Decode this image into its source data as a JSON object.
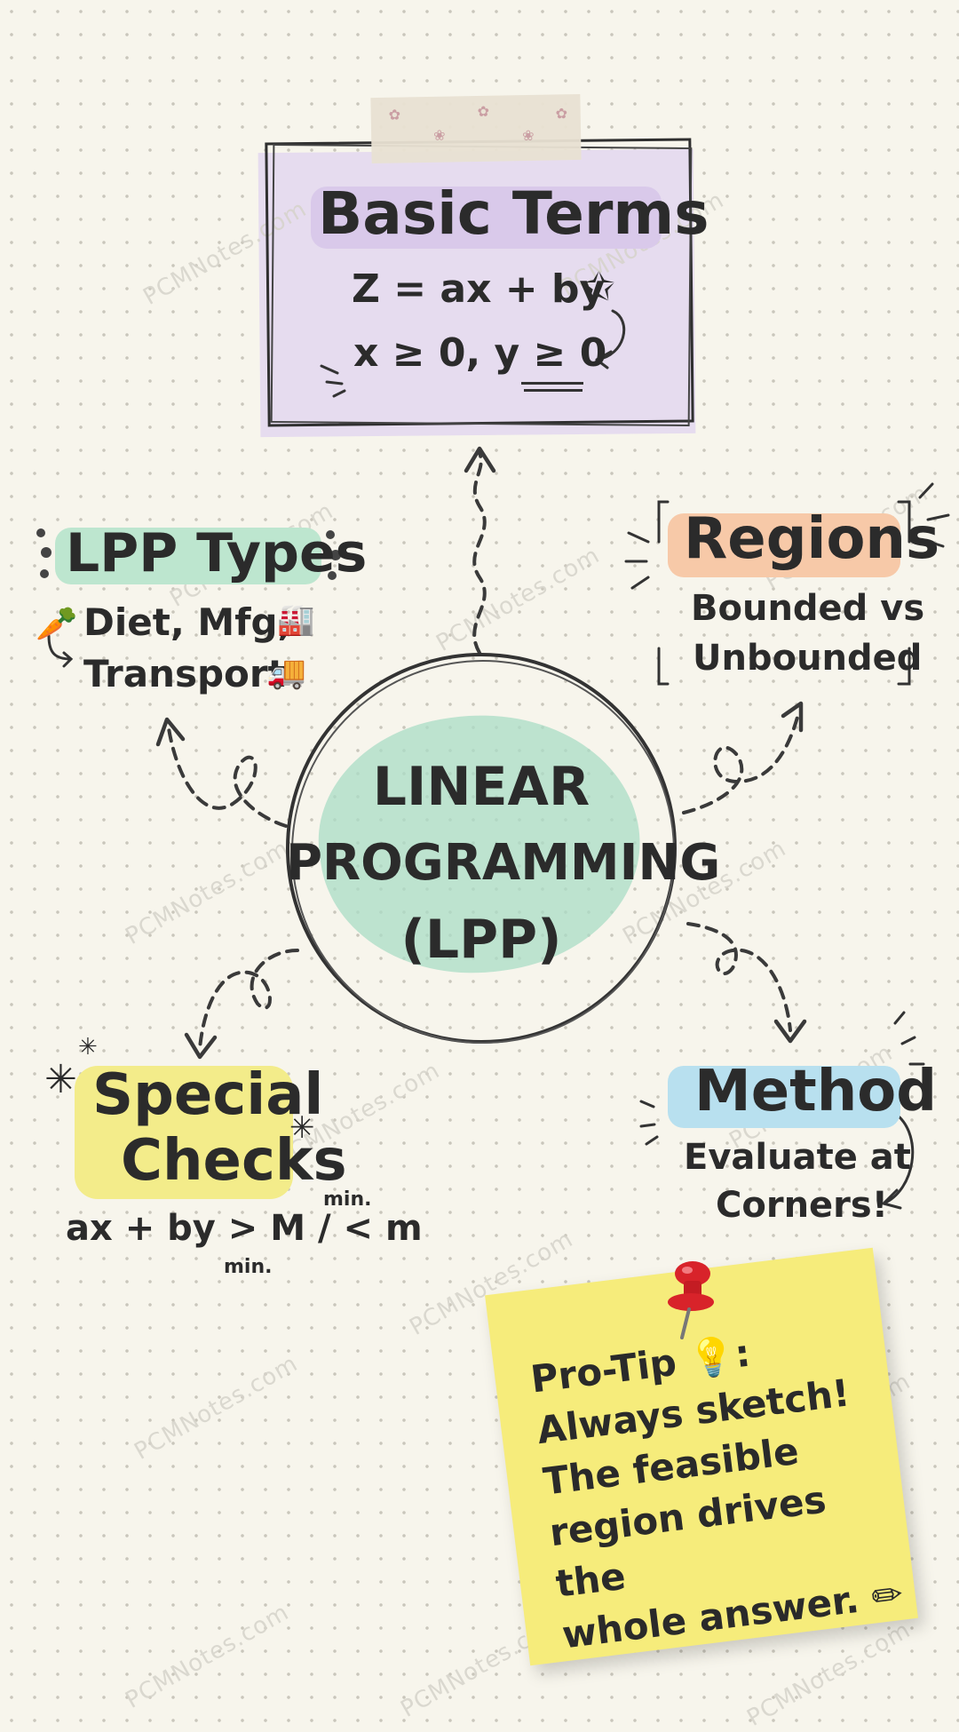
{
  "watermark": "PCMNotes.com",
  "center": {
    "line1": "LINEAR",
    "line2": "PROGRAMMING",
    "line3": "(LPP)"
  },
  "basic_terms": {
    "title": "Basic Terms",
    "eq1": "Z = ax + by",
    "eq2": "x ≥ 0, y ≥ 0"
  },
  "lpp_types": {
    "title": "LPP Types",
    "line1": "Diet, Mfg,",
    "line2": "Transport"
  },
  "regions": {
    "title": "Regions",
    "line1": "Bounded vs",
    "line2": "Unbounded"
  },
  "special_checks": {
    "title1": "Special",
    "title2": "Checks",
    "expr": "ax + by > M / < m",
    "sup": "min.",
    "sub": "min."
  },
  "method": {
    "title": "Method",
    "line1": "Evaluate at",
    "line2": "Corners!"
  },
  "pro_tip": {
    "heading": "Pro-Tip",
    "colon": ":",
    "line1": "Always sketch!",
    "line2": "The feasible",
    "line3": "region drives the",
    "line4": "whole answer."
  },
  "colors": {
    "background": "#f7f5ec",
    "purple_highlight": "#d9c9ea",
    "green_highlight": "#bde6cf",
    "orange_highlight": "#f7c9a8",
    "yellow_highlight": "#f3ec8a",
    "blue_highlight": "#b8e0ef",
    "center_blob": "#a9dcc6",
    "sticky_note": "#f6ec7b",
    "pin": "#d8232a",
    "ink": "#2b2b2b"
  },
  "icons": [
    "star-icon",
    "carrot-icon",
    "factory-icon",
    "truck-icon",
    "lightbulb-icon",
    "pencil-icon",
    "pushpin-icon",
    "sparkle-icon"
  ]
}
